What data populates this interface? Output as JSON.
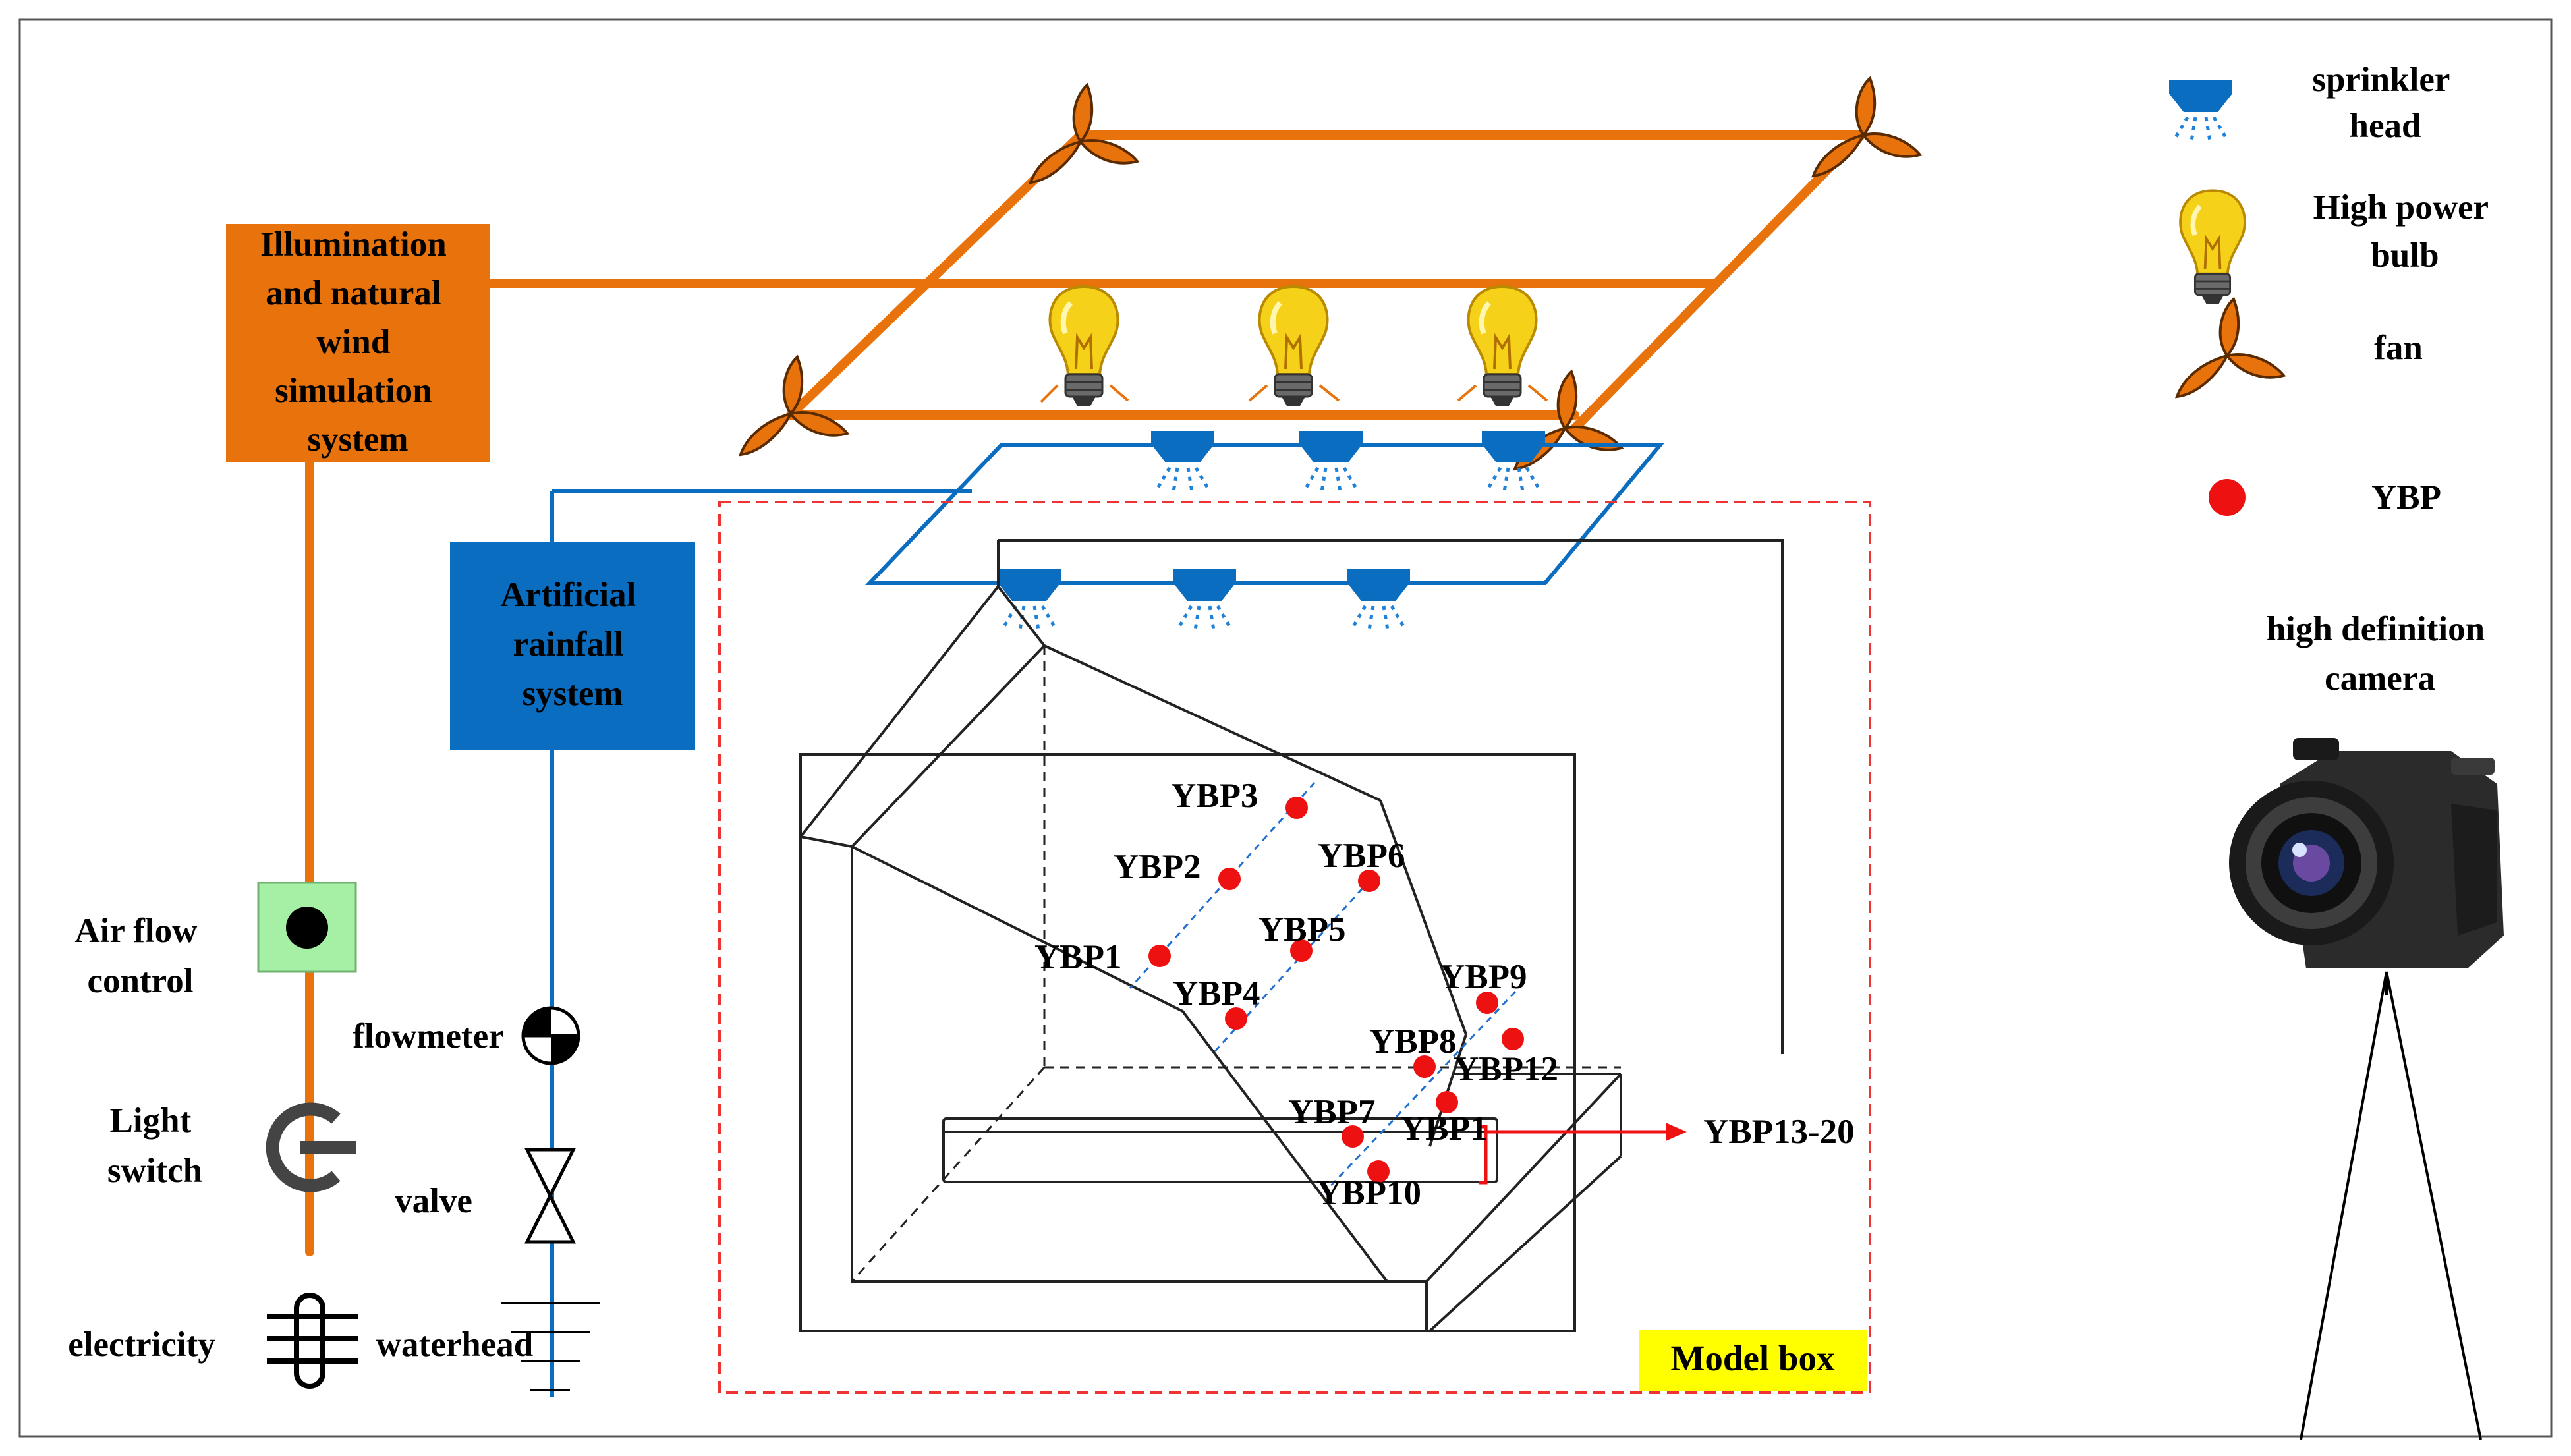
{
  "systems": {
    "illumination": [
      "Illumination",
      "and natural",
      "wind",
      "simulation",
      "system"
    ],
    "rainfall": [
      "Artificial",
      "rainfall",
      "system"
    ]
  },
  "left_components": {
    "air_flow_control": [
      "Air flow",
      "control"
    ],
    "light_switch": [
      "Light",
      "switch"
    ],
    "electricity": "electricity",
    "flowmeter": "flowmeter",
    "valve": "valve",
    "waterhead": "waterhead"
  },
  "model_box_label": "Model box",
  "ybp_labels": {
    "p1": "YBP1",
    "p2": "YBP2",
    "p3": "YBP3",
    "p4": "YBP4",
    "p5": "YBP5",
    "p6": "YBP6",
    "p7": "YBP7",
    "p8": "YBP8",
    "p9": "YBP9",
    "p10": "YBP10",
    "p11": "YBP1",
    "p12": "YBP12",
    "p13_20": "YBP13-20"
  },
  "legend": {
    "sprinkler": [
      "sprinkler",
      "head"
    ],
    "bulb": [
      "High power",
      "bulb"
    ],
    "fan": "fan",
    "ybp": "YBP",
    "camera": [
      "high definition",
      "camera"
    ]
  },
  "colors": {
    "orange": "#e8730c",
    "blue": "#0b6dc0",
    "red": "#ee1111",
    "green_box": "#a6f0a6",
    "yellow_label": "#ffff00",
    "bulb_yellow": "#f5d11a"
  }
}
